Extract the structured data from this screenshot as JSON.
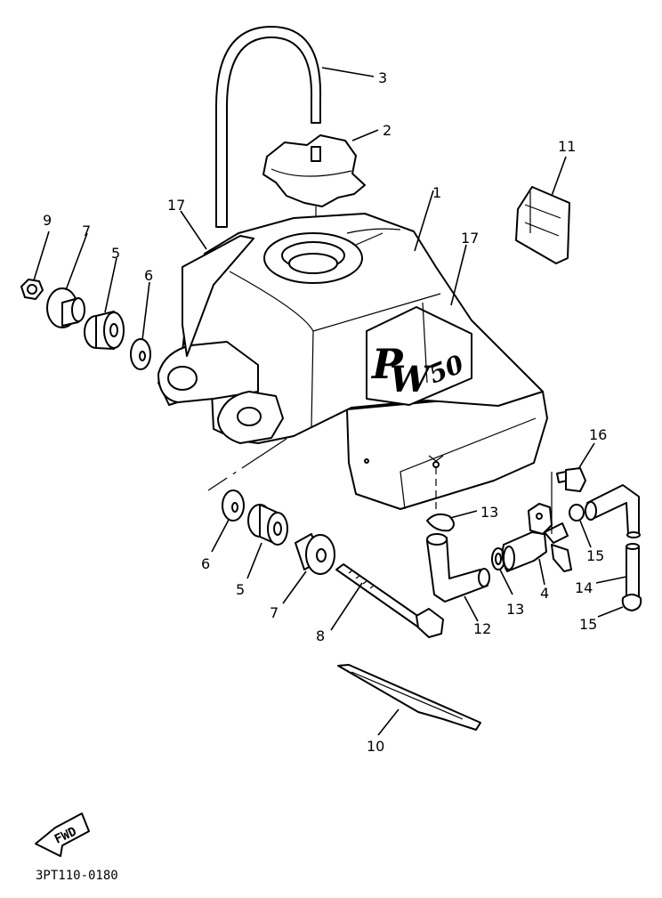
{
  "diagram": {
    "catalog_code": "3PT110-0180",
    "fwd_label": "FWD",
    "tank_logo": {
      "letter_p": "P",
      "letter_w": "W",
      "number": "50"
    },
    "callouts": {
      "n1": "1",
      "n2": "2",
      "n3": "3",
      "n4": "4",
      "n5a": "5",
      "n5b": "5",
      "n6a": "6",
      "n6b": "6",
      "n7a": "7",
      "n7b": "7",
      "n8": "8",
      "n9": "9",
      "n10": "10",
      "n11": "11",
      "n12": "12",
      "n13a": "13",
      "n13b": "13",
      "n14": "14",
      "n15a": "15",
      "n15b": "15",
      "n16": "16",
      "n17a": "17",
      "n17b": "17"
    }
  }
}
